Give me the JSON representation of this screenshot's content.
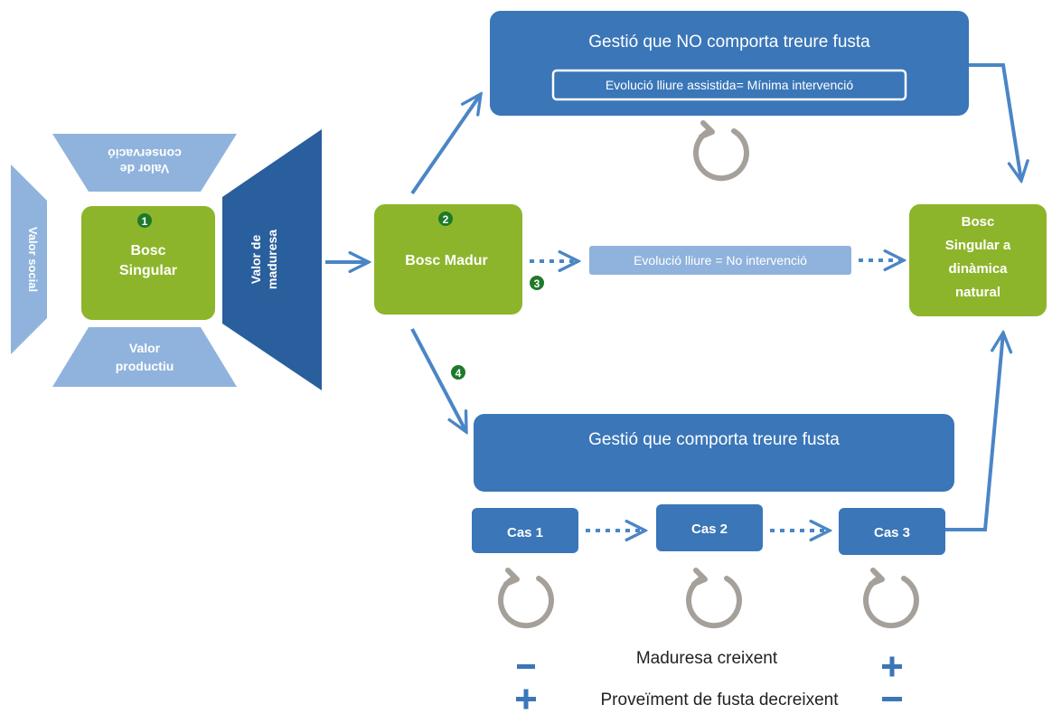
{
  "colors": {
    "green": "#8db52b",
    "blue": "#3a76b8",
    "dark_blue": "#2a5f9e",
    "light_blue": "#8fb3dc",
    "mid_blue": "#78a6d8",
    "arrow": "#4a86c6",
    "grey": "#a6a09a",
    "badge": "#1e7a2a"
  },
  "left": {
    "center_line1": "Bosc",
    "center_line2": "Singular",
    "badge": "1",
    "top_line1": "Valor de",
    "top_line2": "conservació",
    "left_label": "Valor social",
    "bottom_line1": "Valor",
    "bottom_line2": "productiu",
    "right_line1": "Valor de",
    "right_line2": "maduresa"
  },
  "madur": {
    "label": "Bosc Madur",
    "badge": "2"
  },
  "badge3": "3",
  "badge4": "4",
  "top_box": {
    "title": "Gestió que NO comporta treure fusta",
    "inner": "Evolució lliure assistida= Mínima intervenció"
  },
  "middle_bar": {
    "label": "Evolució lliure = No intervenció"
  },
  "final": {
    "line1": "Bosc",
    "line2": "Singular a",
    "line3": "dinàmica",
    "line4": "natural"
  },
  "bottom_box": {
    "title": "Gestió que comporta treure fusta"
  },
  "cases": [
    "Cas 1",
    "Cas 2",
    "Cas 3"
  ],
  "legend": {
    "maduresa_minus": "−",
    "maduresa_label": "Maduresa creixent",
    "maduresa_plus": "+",
    "proveiment_plus": "+",
    "proveiment_label": "Proveïment de fusta decreixent",
    "proveiment_minus": "−"
  }
}
